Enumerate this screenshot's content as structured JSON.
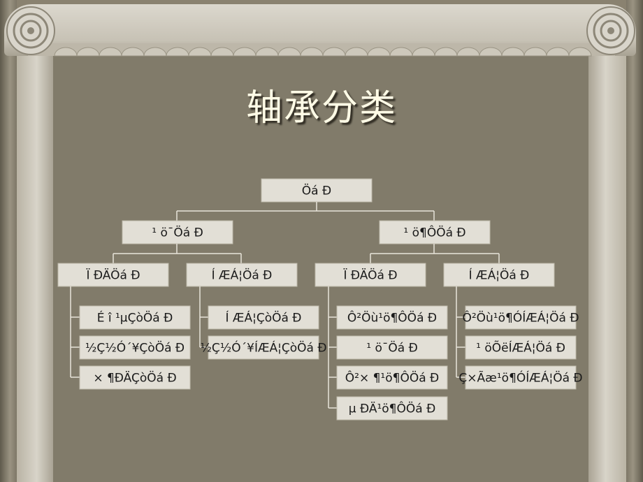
{
  "slide": {
    "title": "轴承分类"
  },
  "diagram": {
    "root": "Öá Ð",
    "level1": [
      "¹ ö¯Öá Ð",
      "¹ ö¶ÔÖá Ð"
    ],
    "level2": [
      "Ï ÐÄÖá Ð",
      "Í ÆÁ¦Öá Ð",
      "Ï ÐÄÖá Ð",
      "Í ÆÁ¦Öá Ð"
    ],
    "leaves_col1": [
      "É î ¹µÇòÖá Ð",
      "½Ç½Ó´¥ÇòÖá Ð",
      "× ¶ÐÄÇòÖá Ð"
    ],
    "leaves_col2": [
      "Í ÆÁ¦ÇòÖá Ð",
      "½Ç½Ó´¥ÍÆÁ¦ÇòÖá Ð"
    ],
    "leaves_col3": [
      "Ô²Öù¹ö¶ÔÖá Ð",
      "¹ ö¯Öá Ð",
      "Ô²× ¶¹ö¶ÔÖá Ð",
      "µ ÐÄ¹ö¶ÔÖá Ð"
    ],
    "leaves_col4": [
      "Ô²Öù¹ö¶ÓÍÆÁ¦Öá Ð",
      "¹ öÕëÍÆÁ¦Öá Ð",
      "Ç×Ãæ¹ö¶ÓÍÆÁ¦Öá Ð"
    ]
  }
}
